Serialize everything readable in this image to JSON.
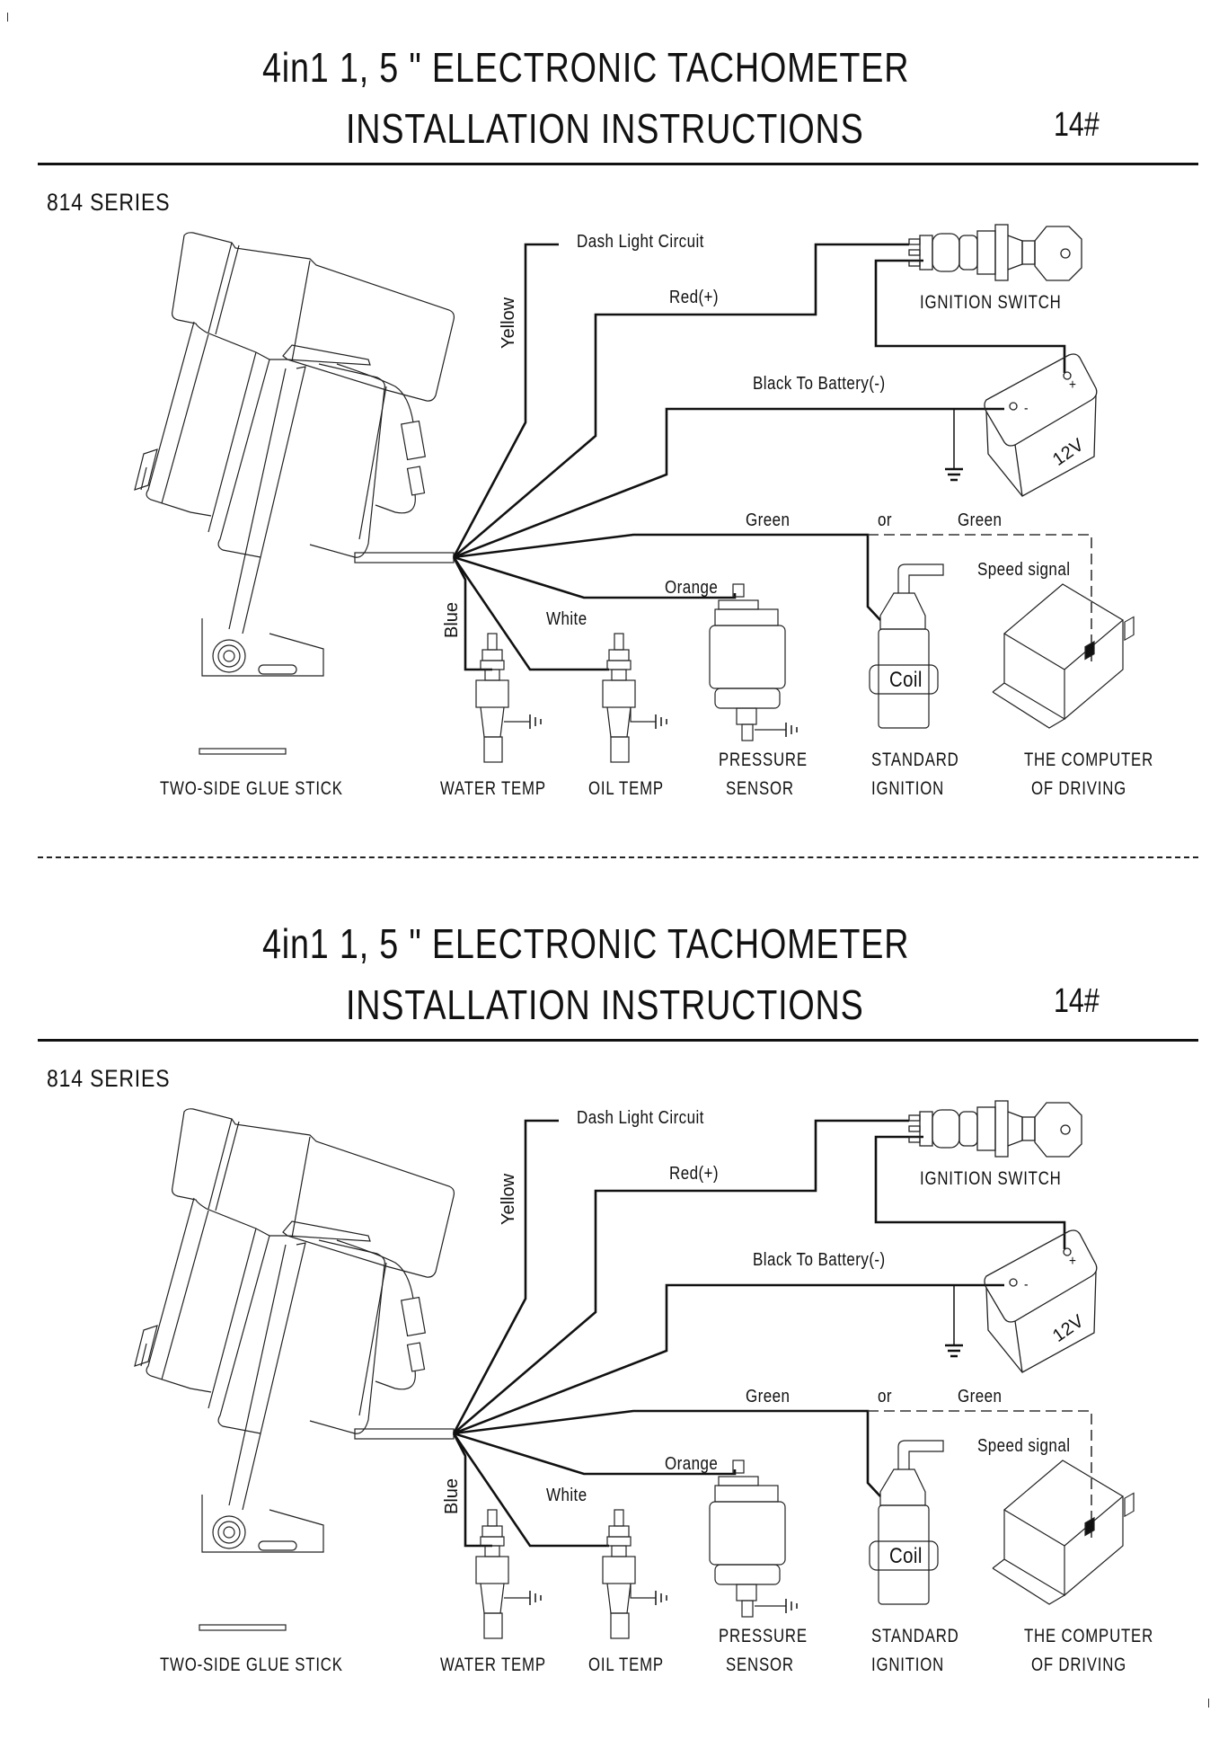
{
  "document": {
    "title_line1": "4in1 1, 5 \" ELECTRONIC TACHOMETER",
    "title_line2": "INSTALLATION INSTRUCTIONS",
    "model_number": "14#",
    "series": "814 SERIES"
  },
  "wires": {
    "dash_light": "Dash Light Circuit",
    "yellow": "Yellow",
    "red": "Red(+)",
    "black": "Black To Battery(-)",
    "green1": "Green",
    "or": "or",
    "green2": "Green",
    "speed_signal": "Speed signal",
    "orange": "Orange",
    "white": "White",
    "blue": "Blue"
  },
  "components": {
    "ignition_switch": "IGNITION SWITCH",
    "battery_voltage": "12V",
    "battery_plus": "+",
    "battery_minus": "-",
    "coil": "Coil",
    "glue_stick": "TWO-SIDE GLUE STICK",
    "water_temp": "WATER TEMP",
    "oil_temp": "OIL TEMP",
    "pressure_l1": "PRESSURE",
    "pressure_l2": "SENSOR",
    "standard_l1": "STANDARD",
    "standard_l2": "IGNITION",
    "computer_l1": "THE COMPUTER",
    "computer_l2": "OF DRIVING"
  }
}
